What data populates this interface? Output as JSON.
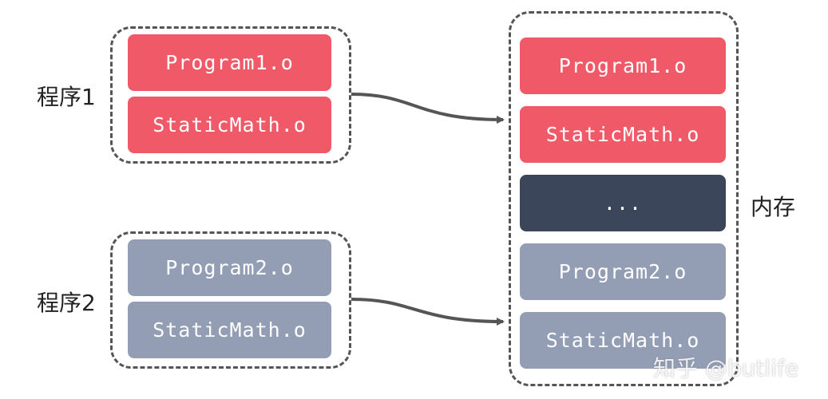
{
  "program1": {
    "label": "程序1",
    "blocks": [
      "Program1.o",
      "StaticMath.o"
    ]
  },
  "program2": {
    "label": "程序2",
    "blocks": [
      "Program2.o",
      "StaticMath.o"
    ]
  },
  "memory": {
    "label": "内存",
    "blocks": [
      "Program1.o",
      "StaticMath.o",
      "...",
      "Program2.o",
      "StaticMath.o"
    ]
  },
  "watermark": "知乎 @butlife",
  "colors": {
    "red_block": "#f05a68",
    "gray_block": "#939eb5",
    "dark_block": "#3c465a",
    "dashed_border": "#555555",
    "arrow": "#555555"
  }
}
